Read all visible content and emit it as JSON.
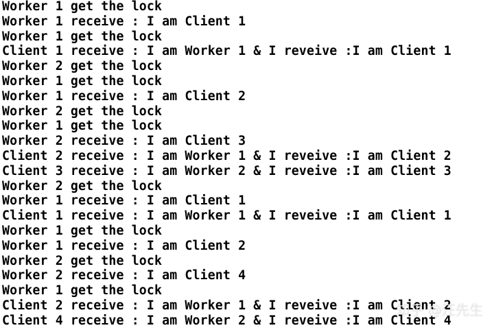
{
  "terminal": {
    "lines": [
      "Worker 1 get the lock",
      "Worker 1 receive : I am Client 1",
      "Worker 1 get the lock",
      "Client 1 receive : I am Worker 1 & I reveive :I am Client 1",
      "Worker 2 get the lock",
      "Worker 1 get the lock",
      "Worker 1 receive : I am Client 2",
      "Worker 2 get the lock",
      "Worker 1 get the lock",
      "Worker 2 receive : I am Client 3",
      "Client 2 receive : I am Worker 1 & I reveive :I am Client 2",
      "Client 3 receive : I am Worker 2 & I reveive :I am Client 3",
      "Worker 2 get the lock",
      "Worker 1 receive : I am Client 1",
      "Client 1 receive : I am Worker 1 & I reveive :I am Client 1",
      "Worker 1 get the lock",
      "Worker 1 receive : I am Client 2",
      "Worker 2 get the lock",
      "Worker 2 receive : I am Client 4",
      "Worker 1 get the lock",
      "Client 2 receive : I am Worker 1 & I reveive :I am Client 2",
      "Client 4 receive : I am Worker 2 & I reveive :I am Client 4"
    ]
  },
  "watermark": {
    "text": "知乎 @汪先生"
  },
  "colors": {
    "background": "#ffffff",
    "text": "#000000"
  }
}
